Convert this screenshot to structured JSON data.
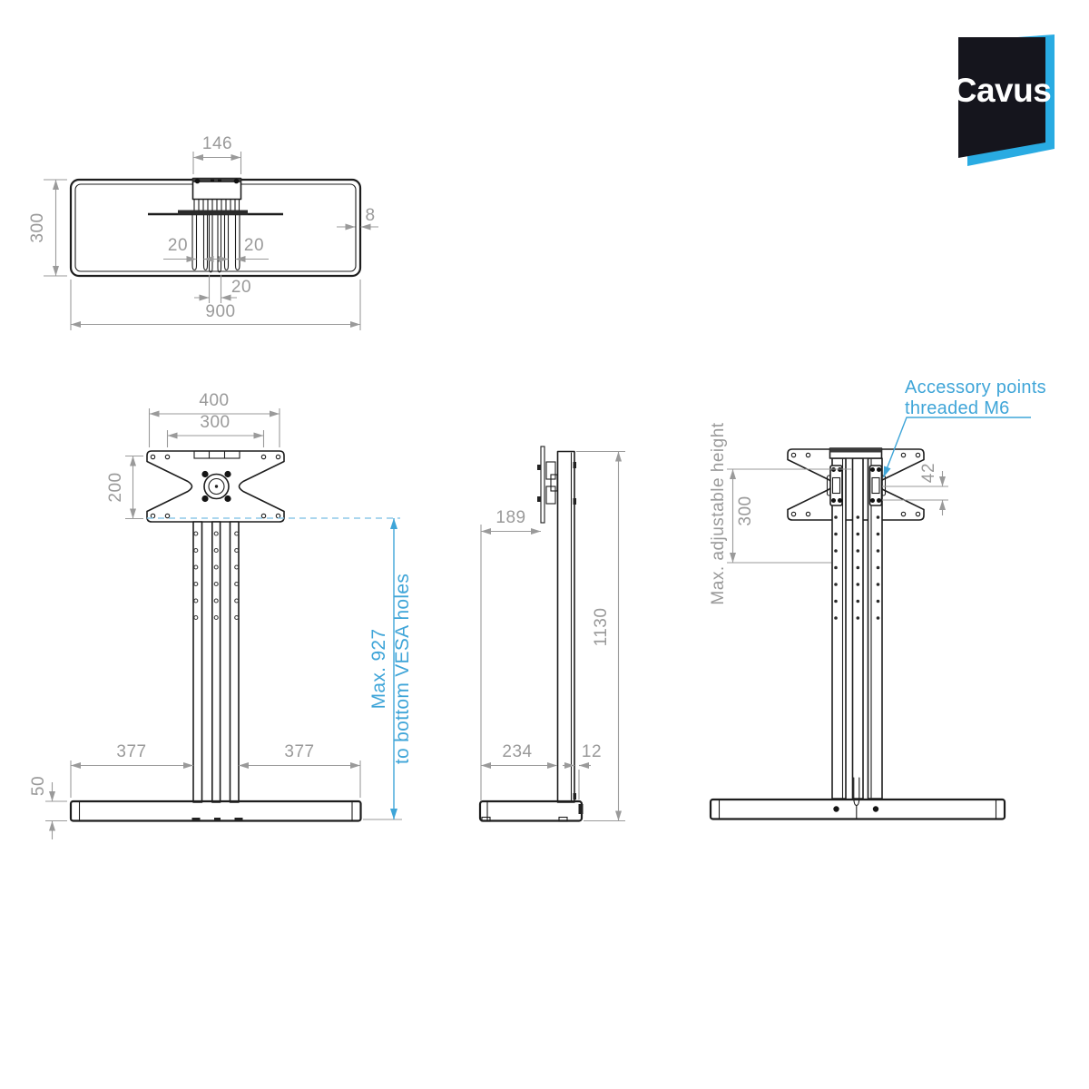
{
  "logo": {
    "text": "Cavus"
  },
  "colors": {
    "dimension_gray": "#9a9a9a",
    "part_line": "#1d1d1d",
    "accent_cyan": "#3fa5d8",
    "logo_background": "#15151d",
    "logo_accent": "#29abe2"
  },
  "views": {
    "top": {
      "dim_146": "146",
      "dim_300": "300",
      "dim_8": "8",
      "dim_20_left": "20",
      "dim_20_right": "20",
      "dim_20_center": "20",
      "dim_900": "900"
    },
    "front": {
      "dim_400": "400",
      "dim_300": "300",
      "dim_200": "200",
      "dim_377_left": "377",
      "dim_377_right": "377",
      "dim_50": "50",
      "max_height": "Max. 927",
      "max_height_note": "to bottom VESA holes"
    },
    "side": {
      "dim_189": "189",
      "dim_1130": "1130",
      "dim_234": "234",
      "dim_12": "12"
    },
    "back": {
      "adjustable_label": "Max. adjustable height",
      "dim_300": "300",
      "dim_42": "42",
      "accessory_line1": "Accessory points",
      "accessory_line2": "threaded M6"
    }
  }
}
